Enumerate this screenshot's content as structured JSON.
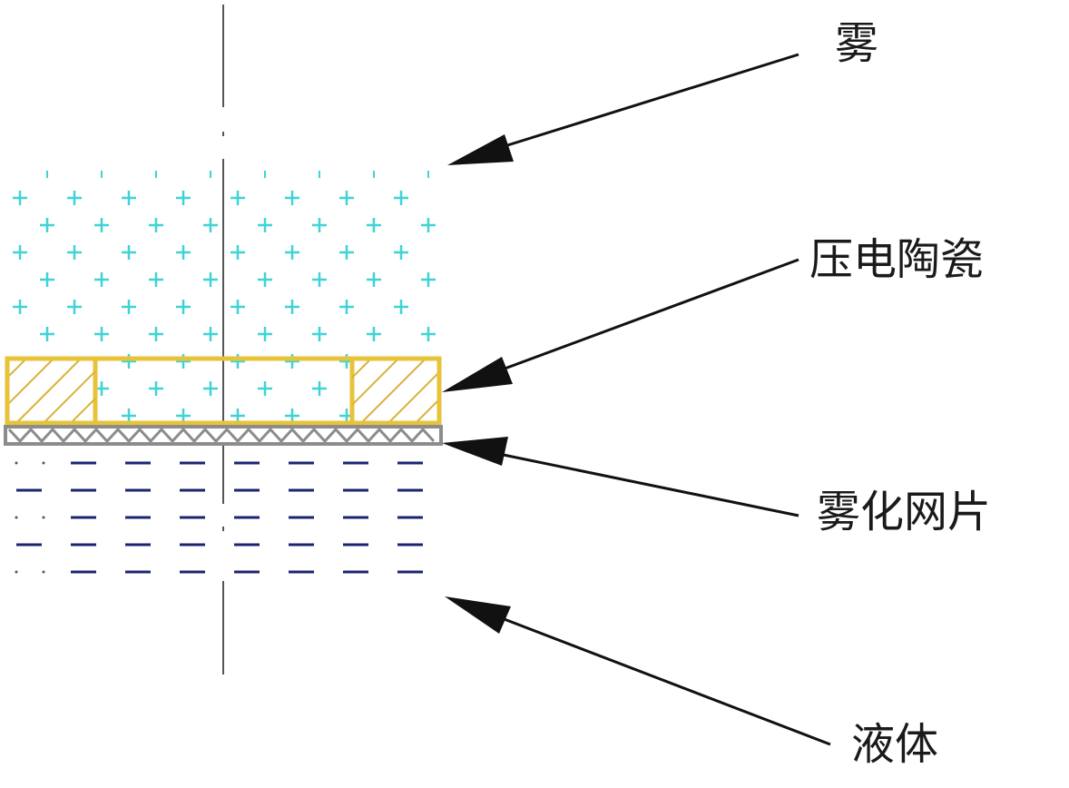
{
  "labels": {
    "mist": "雾",
    "piezo_ceramic": "压电陶瓷",
    "atomizing_mesh": "雾化网片",
    "liquid": "液体"
  },
  "colors": {
    "mist_marks": "#3fd3d6",
    "ceramic_outline": "#e7c33a",
    "ceramic_hatch": "#d8b23a",
    "mesh": "#8c8c8c",
    "liquid_dashes": "#1c2470",
    "liquid_dots": "#555555",
    "arrows": "#111111",
    "center_line": "#555555"
  },
  "icons": {
    "mist_mark": "plus-sign",
    "liquid_mark": "dash"
  }
}
